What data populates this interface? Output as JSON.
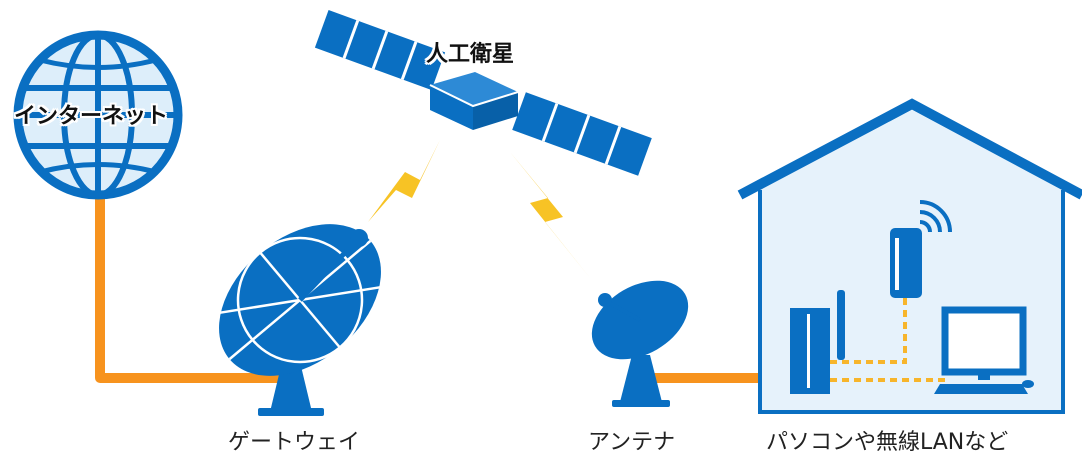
{
  "labels": {
    "internet": "インターネット",
    "satellite": "人工衛星",
    "gateway": "ゲートウェイ",
    "antenna": "アンテナ",
    "home_devices": "パソコンや無線LANなど"
  },
  "colors": {
    "blue": "#0a6fc2",
    "light_blue_fill": "#e6f2fb",
    "orange": "#f7931e",
    "yellow": "#f7c325",
    "white": "#ffffff"
  },
  "icons": {
    "internet": "globe-icon",
    "satellite": "satellite-icon",
    "gateway": "satellite-dish-icon",
    "antenna": "antenna-dish-icon",
    "house": "house-icon",
    "router": "router-icon",
    "repeater": "wifi-repeater-icon",
    "computer": "desktop-computer-icon",
    "signal": "lightning-bolt-icon"
  }
}
